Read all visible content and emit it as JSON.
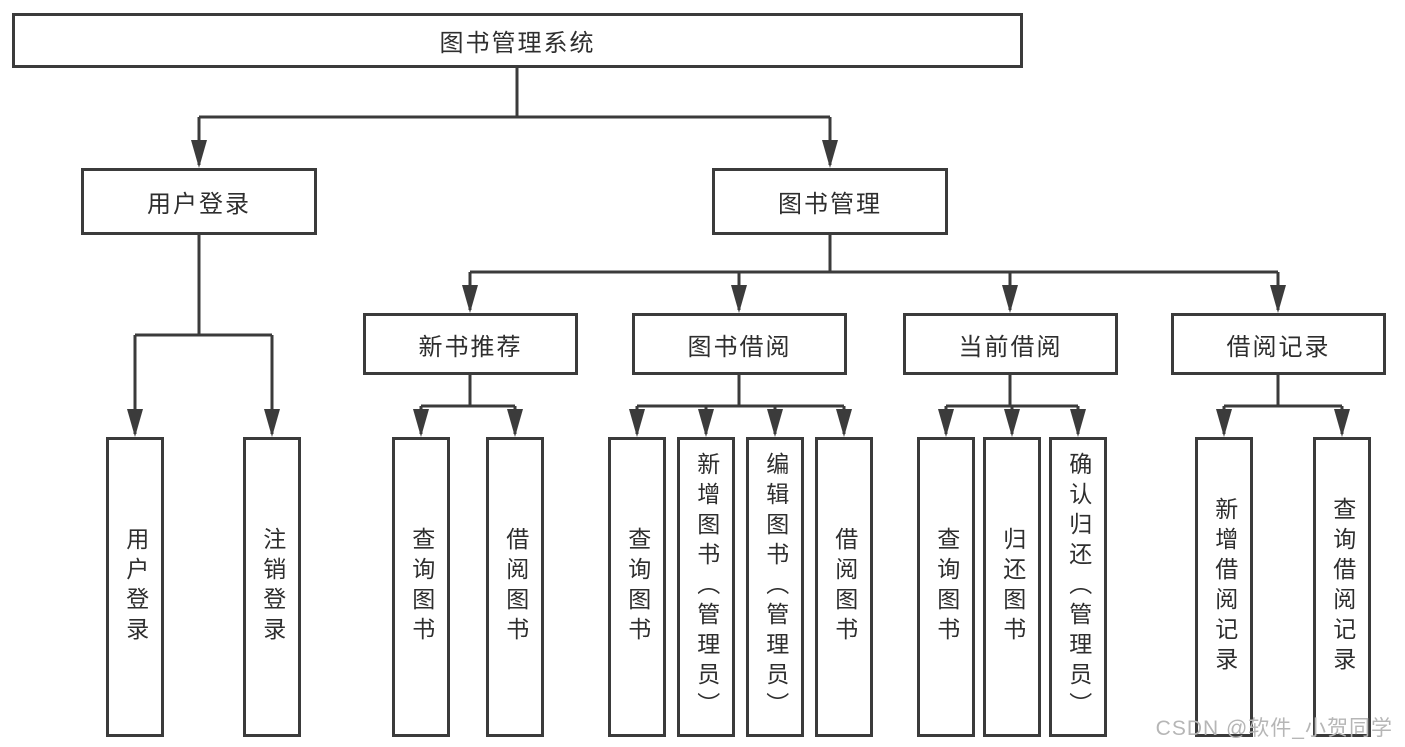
{
  "diagram": {
    "root": {
      "label": "图书管理系统"
    },
    "branches": [
      {
        "label": "用户登录",
        "children": [
          {
            "label": "用户登录"
          },
          {
            "label": "注销登录"
          }
        ]
      },
      {
        "label": "图书管理",
        "children": [
          {
            "label": "新书推荐",
            "children": [
              {
                "label": "查询图书"
              },
              {
                "label": "借阅图书"
              }
            ]
          },
          {
            "label": "图书借阅",
            "children": [
              {
                "label": "查询图书"
              },
              {
                "label": "新增图书（管理员）"
              },
              {
                "label": "编辑图书（管理员）"
              },
              {
                "label": "借阅图书"
              }
            ]
          },
          {
            "label": "当前借阅",
            "children": [
              {
                "label": "查询图书"
              },
              {
                "label": "归还图书"
              },
              {
                "label": "确认归还（管理员）"
              }
            ]
          },
          {
            "label": "借阅记录",
            "children": [
              {
                "label": "新增借阅记录"
              },
              {
                "label": "查询借阅记录"
              }
            ]
          }
        ]
      }
    ],
    "watermark": "CSDN @软件_小贺同学",
    "colors": {
      "line": "#3b3b3b",
      "text": "#2e2e2e",
      "watermark": "#b6b6b6",
      "background": "#ffffff"
    }
  }
}
